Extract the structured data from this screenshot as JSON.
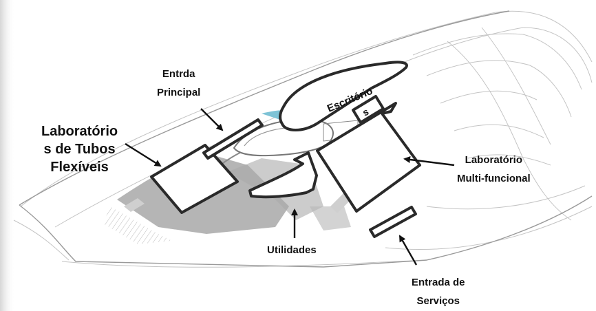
{
  "labels": {
    "entrada_principal": [
      "Entrda",
      "Principal"
    ],
    "lab_tubos": [
      "Laboratório",
      "s de Tubos",
      "Flexíveis"
    ],
    "escritorio_a": "Escritório",
    "escritorio_b": "s",
    "lab_multi": [
      "Laboratório",
      "Multi-funcional"
    ],
    "utilidades": "Utilidades",
    "entrada_servicos": [
      "Entrada de",
      "Serviços"
    ]
  },
  "colors": {
    "building_fill": "#ffffff",
    "building_stroke": "#2a2a2a",
    "site_lines": "#b9b9b9",
    "hardscape": "#9a9a9a",
    "water": "#7ec3d6"
  }
}
